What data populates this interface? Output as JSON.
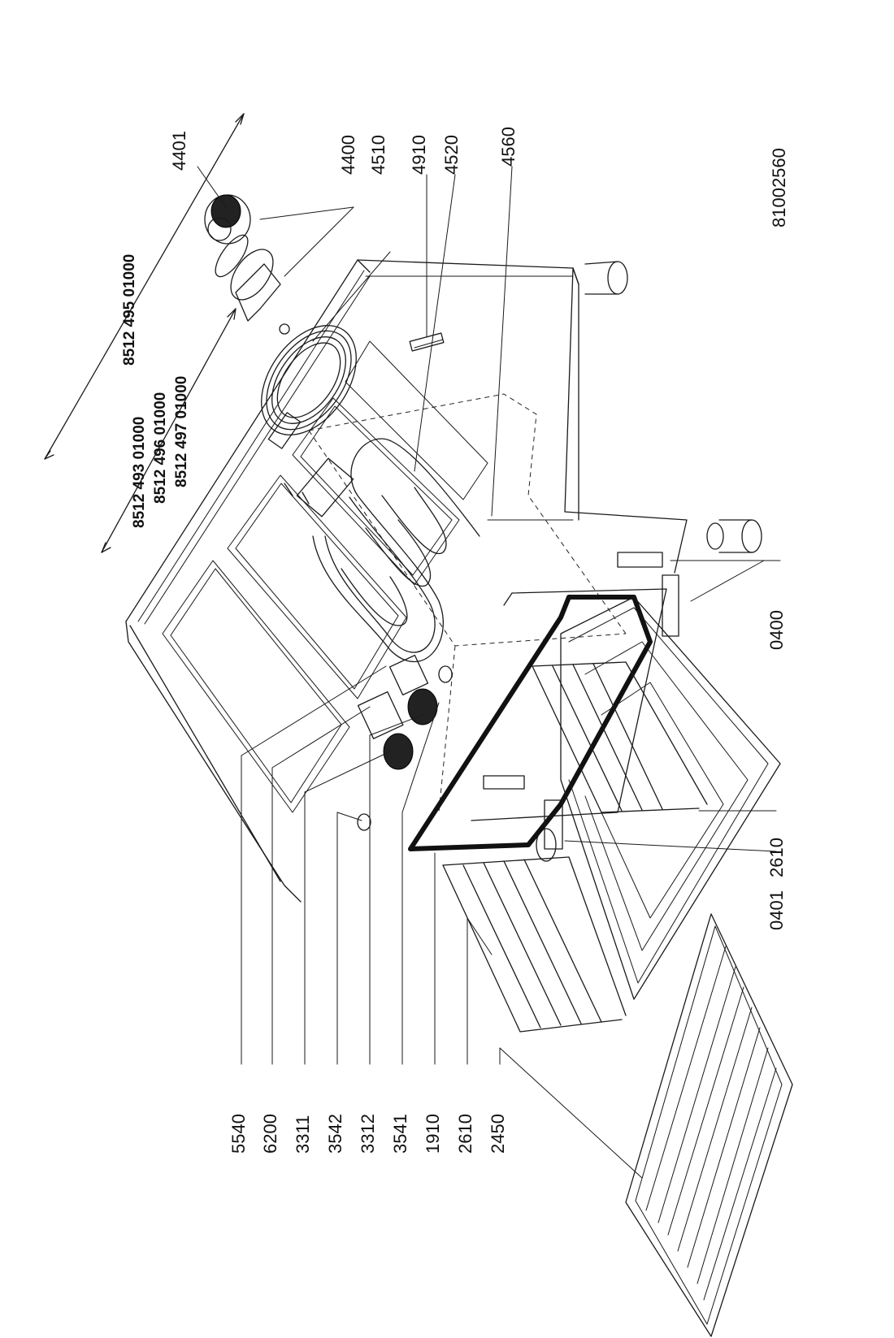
{
  "drawing_number": "81002560",
  "kits": {
    "upper": "8512 495 01000",
    "lower_1": "8512 493 01000",
    "lower_2": "8512 496 01000",
    "lower_3": "8512 497 01000"
  },
  "part_labels": {
    "p4401": "4401",
    "p4400": "4400",
    "p4510": "4510",
    "p4910": "4910",
    "p4520": "4520",
    "p4560": "4560",
    "p0400": "0400",
    "p2610_right": "2610",
    "p0401": "0401",
    "p5540": "5540",
    "p6200": "6200",
    "p3311": "3311",
    "p3542": "3542",
    "p3312": "3312",
    "p3541": "3541",
    "p1910": "1910",
    "p2610_left": "2610",
    "p2450": "2450"
  }
}
